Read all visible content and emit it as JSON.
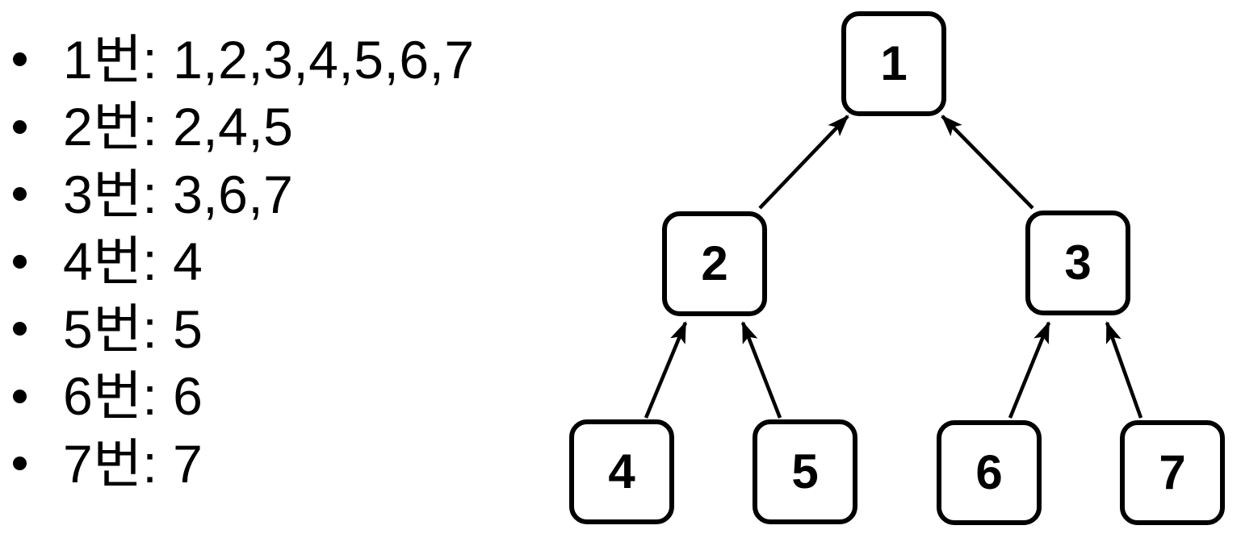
{
  "adjacency_list": {
    "items": [
      "1번: 1,2,3,4,5,6,7",
      "2번: 2,4,5",
      "3번: 3,6,7",
      "4번: 4",
      "5번: 5",
      "6번: 6",
      "7번: 7"
    ]
  },
  "tree": {
    "nodes": [
      {
        "id": 1,
        "label": "1"
      },
      {
        "id": 2,
        "label": "2"
      },
      {
        "id": 3,
        "label": "3"
      },
      {
        "id": 4,
        "label": "4"
      },
      {
        "id": 5,
        "label": "5"
      },
      {
        "id": 6,
        "label": "6"
      },
      {
        "id": 7,
        "label": "7"
      }
    ],
    "edges": [
      {
        "from": 2,
        "to": 1
      },
      {
        "from": 3,
        "to": 1
      },
      {
        "from": 4,
        "to": 2
      },
      {
        "from": 5,
        "to": 2
      },
      {
        "from": 6,
        "to": 3
      },
      {
        "from": 7,
        "to": 3
      }
    ],
    "edge_direction": "child-to-parent"
  },
  "colors": {
    "foreground": "#000000",
    "background": "#ffffff"
  }
}
